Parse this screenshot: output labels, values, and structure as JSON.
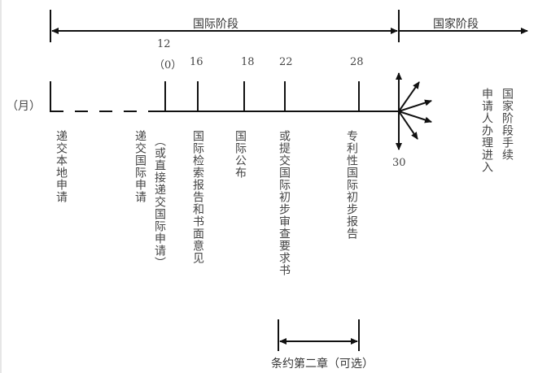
{
  "phases": {
    "international": "国际阶段",
    "national": "国家阶段"
  },
  "axis": {
    "unit_label": "（月）"
  },
  "months": {
    "m12": "12",
    "m12_alt": "（0）",
    "m16": "16",
    "m18": "18",
    "m22": "22",
    "m28": "28",
    "m30": "30"
  },
  "events": {
    "local_filing": "递交本地申请",
    "intl_filing": "递交国际申请",
    "direct_intl_filing": "（或直接递交国际申请）",
    "search_report": "国际检索报告和书面意见",
    "publication": "国际公布",
    "ipe_demand": "或提交国际初步审查要求书",
    "iprp": "专利性国际初步报告",
    "applicant_enter": "申请人办理进入",
    "national_procedure": "国家阶段手续"
  },
  "range": {
    "chapter2": "条约第二章（可选）"
  },
  "colors": {
    "line": "#111111",
    "text": "#444444",
    "background": "#ffffff"
  }
}
